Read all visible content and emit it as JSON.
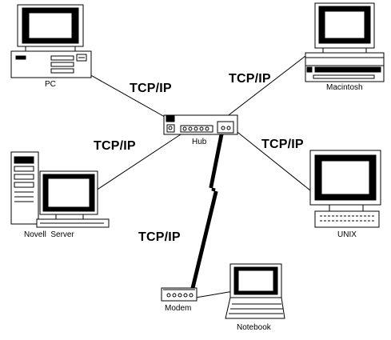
{
  "labels": {
    "protocol": "TCP/IP",
    "pc": "PC",
    "macintosh": "Macintosh",
    "hub": "Hub",
    "novell_server": "Novell  Server",
    "unix": "UNIX",
    "modem": "Modem",
    "notebook": "Notebook"
  },
  "colors": {
    "line": "#000000",
    "screen": "#000000",
    "case": "#ffffff"
  }
}
